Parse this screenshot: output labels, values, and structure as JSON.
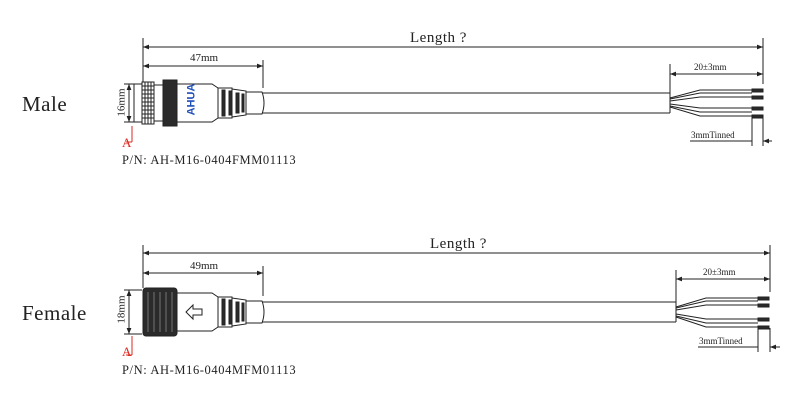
{
  "male": {
    "label": "Male",
    "length_label": "Length ?",
    "body_dim": "47mm",
    "diameter_dim": "16mm",
    "strip_dim": "20±3mm",
    "tinned_label": "3mmTinned",
    "section_mark": "A",
    "part_number": "P/N: AH-M16-0404FMM01113",
    "brand": "AHUA"
  },
  "female": {
    "label": "Female",
    "length_label": "Length ?",
    "body_dim": "49mm",
    "diameter_dim": "18mm",
    "strip_dim": "20±3mm",
    "tinned_label": "3mmTinned",
    "section_mark": "A",
    "part_number": "P/N: AH-M16-0404MFM01113"
  },
  "colors": {
    "line": "#222222",
    "mark": "#d9281f",
    "logo_blue": "#1f4fb8"
  }
}
